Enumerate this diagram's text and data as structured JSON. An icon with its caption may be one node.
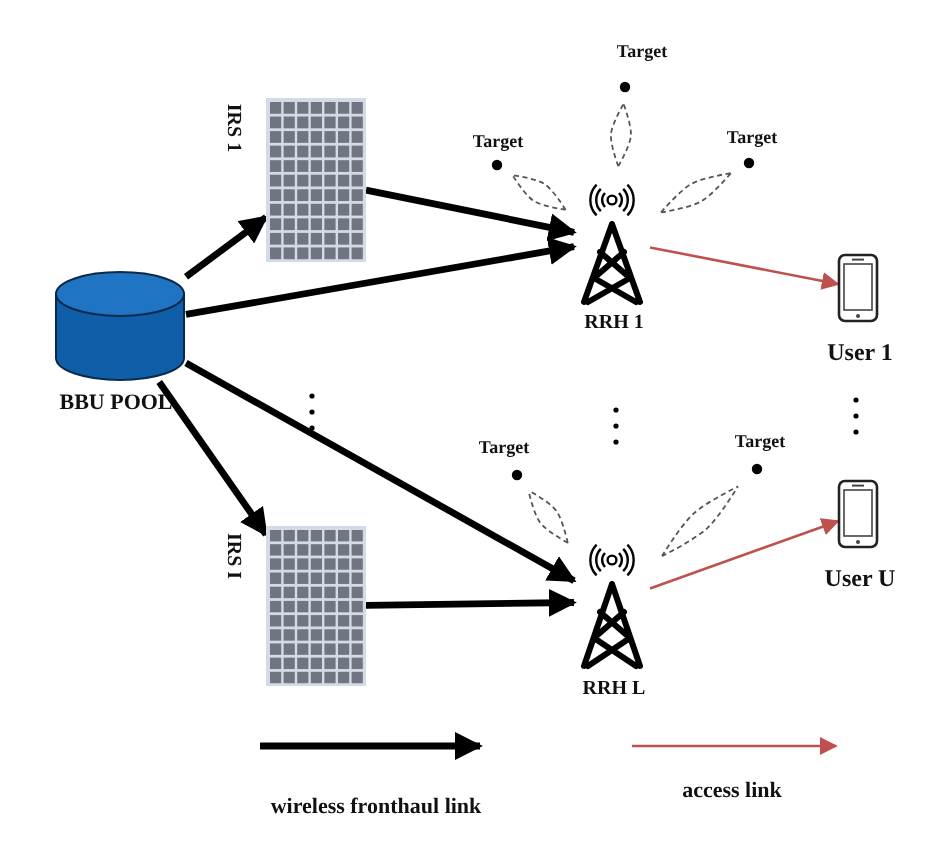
{
  "diagram": {
    "nodes": [
      {
        "text": [
          "BBU POOL"
        ]
      },
      {
        "text": [
          "IRS 1"
        ]
      },
      {
        "text": [
          "IRS I"
        ]
      },
      {
        "text": [
          "RRH 1"
        ]
      },
      {
        "text": [
          "RRH L"
        ]
      },
      {
        "text": [
          "User 1"
        ]
      },
      {
        "text": [
          "User U"
        ]
      },
      {
        "text": [
          "Target"
        ]
      },
      {
        "text": [
          "Target"
        ]
      },
      {
        "text": [
          "Target"
        ]
      },
      {
        "text": [
          "Target"
        ]
      },
      {
        "text": [
          "Target"
        ]
      }
    ],
    "edges": [
      {
        "from": 0,
        "to": 1,
        "arrow": "to",
        "style": "thick"
      },
      {
        "from": 1,
        "to": 3,
        "arrow": "to",
        "style": "thick"
      },
      {
        "from": 0,
        "to": 3,
        "arrow": "to",
        "style": "thick"
      },
      {
        "from": 0,
        "to": 4,
        "arrow": "to",
        "style": "thick"
      },
      {
        "from": 0,
        "to": 2,
        "arrow": "to",
        "style": "thick"
      },
      {
        "from": 2,
        "to": 4,
        "arrow": "to",
        "style": "thick"
      },
      {
        "from": 3,
        "to": 5,
        "arrow": "to",
        "color": "#c0504d"
      },
      {
        "from": 4,
        "to": 6,
        "arrow": "to",
        "color": "#c0504d"
      },
      {
        "from": 3,
        "to": 7,
        "arrow": "none",
        "style": "dashed"
      },
      {
        "from": 3,
        "to": 8,
        "arrow": "none",
        "style": "dashed"
      },
      {
        "from": 3,
        "to": 9,
        "arrow": "none",
        "style": "dashed"
      },
      {
        "from": 4,
        "to": 10,
        "arrow": "none",
        "style": "dashed"
      },
      {
        "from": 4,
        "to": 11,
        "arrow": "none",
        "style": "dashed"
      }
    ],
    "legend": [
      {
        "text": "wireless fronthaul link"
      },
      {
        "text": "access link"
      }
    ]
  }
}
